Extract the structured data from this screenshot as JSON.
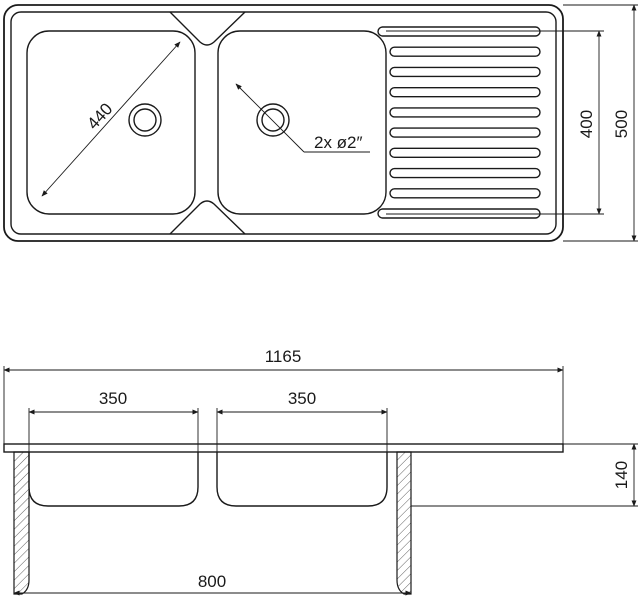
{
  "top_view": {
    "diagonal_label": "440",
    "drain_label": "2x ø2″",
    "inner_height_label": "400",
    "outer_height_label": "500",
    "drainer_groove_count": 10
  },
  "front_view": {
    "overall_width_label": "1165",
    "bowl_left_width_label": "350",
    "bowl_right_width_label": "350",
    "depth_label": "140",
    "cabinet_width_label": "800"
  },
  "colors": {
    "stroke": "#1a1a1a",
    "background": "#ffffff"
  }
}
